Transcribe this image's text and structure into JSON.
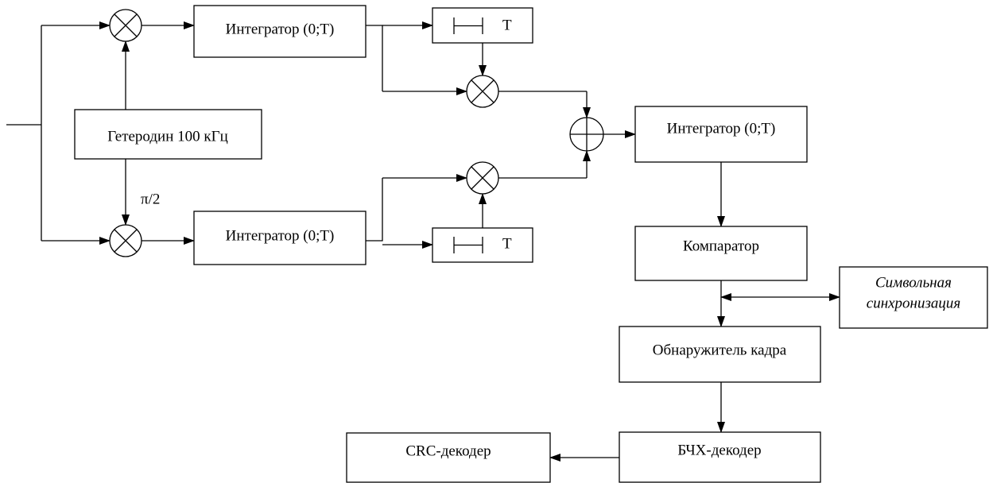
{
  "blocks": {
    "integrator_top": "Интегратор (0;T)",
    "integrator_bottom": "Интегратор (0;T)",
    "delay_top": "T",
    "delay_bottom": "T",
    "heterodyne": "Гетеродин 100 кГц",
    "integrator_sum": "Интегратор (0;T)",
    "comparator": "Компаратор",
    "symbol_sync_line1": "Символьная",
    "symbol_sync_line2": "синхронизация",
    "frame_detector": "Обнаружитель кадра",
    "bch_decoder": "БЧХ-декодер",
    "crc_decoder": "CRC-декодер"
  },
  "labels": {
    "phase_shift": "π/2"
  },
  "colors": {
    "stroke": "#000000",
    "background": "#ffffff"
  }
}
